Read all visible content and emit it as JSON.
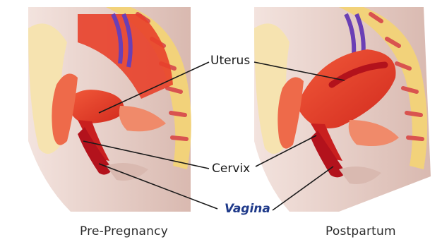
{
  "labels": {
    "uterus": "Uterus",
    "cervix": "Cervix",
    "vagina": "Vagina"
  },
  "captions": {
    "left": "Pre-Pregnancy",
    "right": "Postpartum"
  },
  "colors": {
    "tissue_red": "#e8402a",
    "deep_red": "#b3121c",
    "skin": "#ead3cc",
    "spine_yellow": "#f2d27a",
    "fat_cream": "#f6e3b0",
    "label_highlight": "#1f3a8a"
  }
}
